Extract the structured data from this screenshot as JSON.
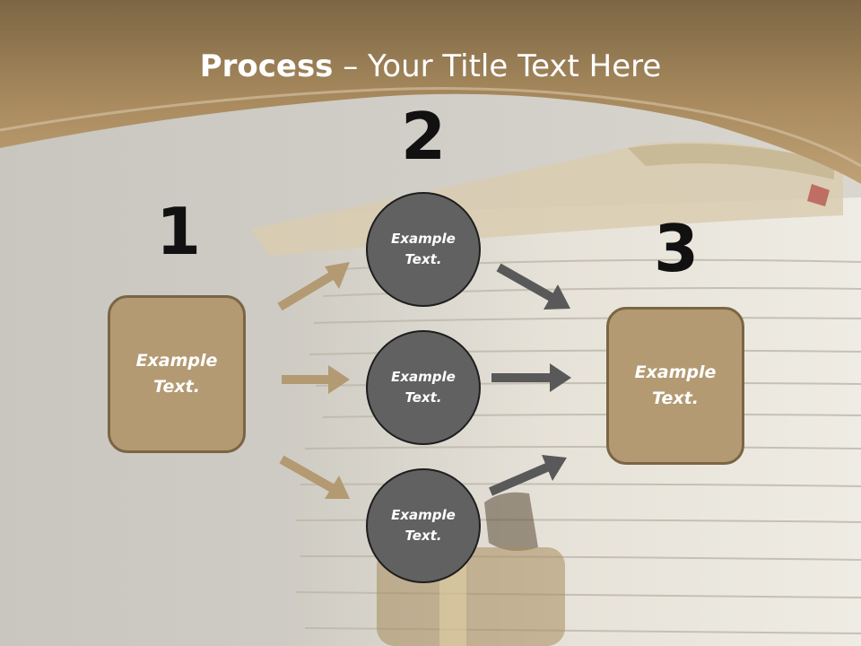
{
  "title": {
    "bold": "Process",
    "rest": " – Your Title Text Here"
  },
  "steps": [
    {
      "number": "1",
      "text": "Example Text."
    },
    {
      "number": "2"
    },
    {
      "number": "3",
      "text": "Example Text."
    }
  ],
  "circles": [
    {
      "text": "Example Text."
    },
    {
      "text": "Example Text."
    },
    {
      "text": "Example Text."
    }
  ],
  "colors": {
    "box_fill": "#b39a72",
    "circle_fill": "#616161",
    "tan_arrow": "#b39a72",
    "gray_arrow": "#595959",
    "banner": "#a88a5e"
  }
}
